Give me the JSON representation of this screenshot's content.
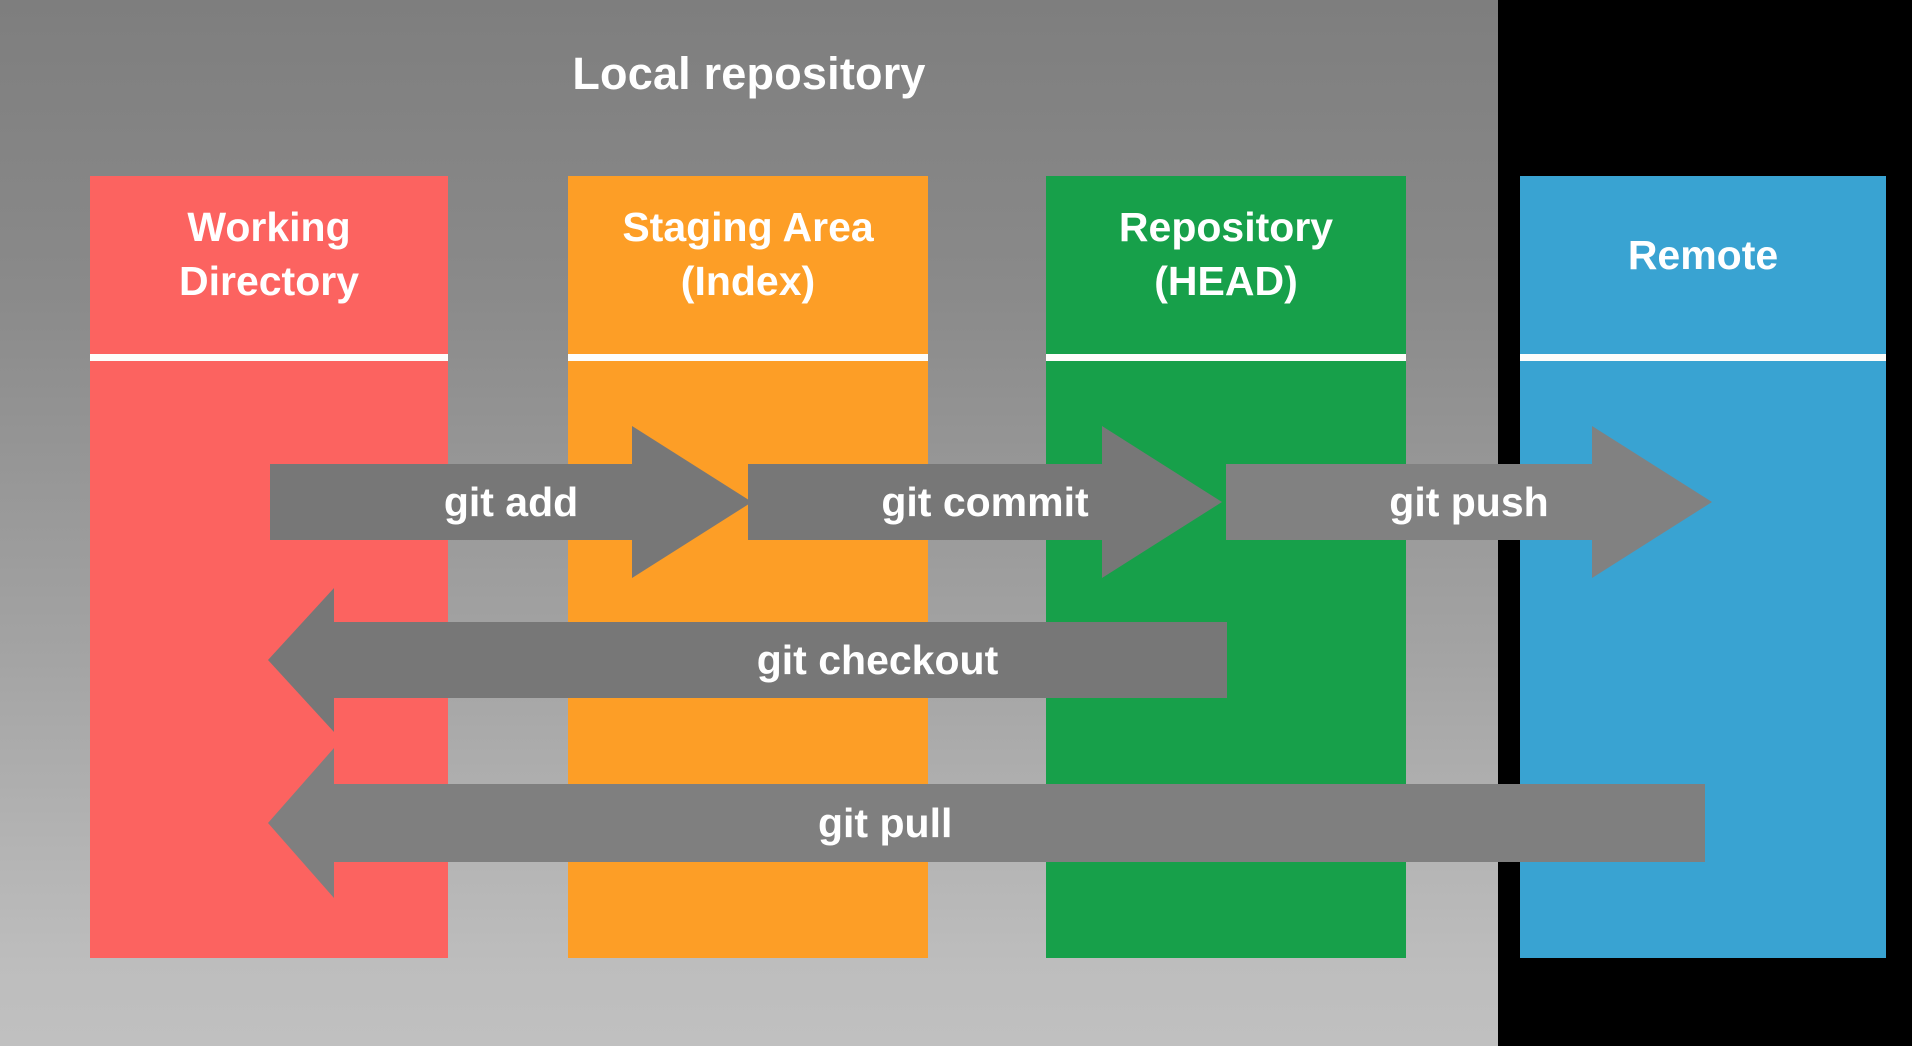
{
  "diagram": {
    "title": "Local repository",
    "background": {
      "gradient_top": "#7e7e7e",
      "gradient_bottom": "#c0c0c0",
      "outside": "#000000"
    },
    "columns": [
      {
        "id": "working",
        "label": "Working\nDirectory",
        "color": "#fc6360"
      },
      {
        "id": "staging",
        "label": "Staging Area\n(Index)",
        "color": "#fd9e26"
      },
      {
        "id": "repo",
        "label": "Repository\n(HEAD)",
        "color": "#17a04a"
      },
      {
        "id": "remote",
        "label": "Remote",
        "color": "#39a3d2"
      }
    ],
    "arrows": [
      {
        "id": "git-add",
        "label": "git add",
        "direction": "right",
        "from": "working",
        "to": "staging",
        "color": "#777777"
      },
      {
        "id": "git-commit",
        "label": "git commit",
        "direction": "right",
        "from": "staging",
        "to": "repo",
        "color": "#777777"
      },
      {
        "id": "git-push",
        "label": "git push",
        "direction": "right",
        "from": "repo",
        "to": "remote",
        "color": "#818181"
      },
      {
        "id": "git-checkout",
        "label": "git checkout",
        "direction": "left",
        "from": "repo",
        "to": "working",
        "color": "#777777"
      },
      {
        "id": "git-pull",
        "label": "git pull",
        "direction": "left",
        "from": "remote",
        "to": "working",
        "color": "#7f7f7f"
      }
    ]
  }
}
